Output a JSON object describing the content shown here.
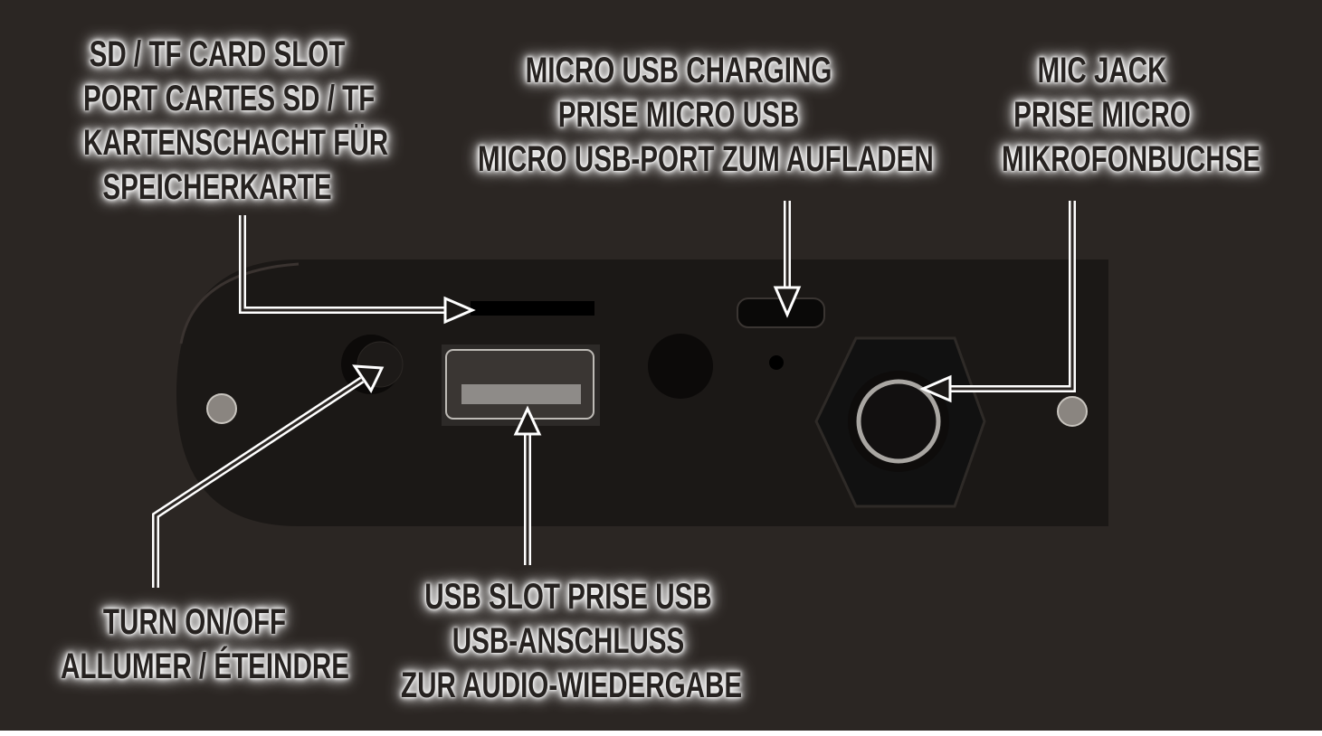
{
  "labels": {
    "sd_card": [
      "SD / TF CARD SLOT",
      "PORT CARTES SD / TF",
      "KARTENSCHACHT FÜR",
      "SPEICHERKARTE"
    ],
    "micro_usb": [
      "MICRO USB CHARGING",
      "PRISE MICRO USB",
      "MICRO USB-PORT ZUM AUFLADEN"
    ],
    "mic_jack": [
      "MIC JACK",
      "PRISE MICRO",
      "MIKROFONBUCHSE"
    ],
    "power": [
      "TURN ON/OFF",
      "ALLUMER / ÉTEINDRE"
    ],
    "usb": [
      "USB SLOT PRISE USB",
      "USB-ANSCHLUSS",
      "ZUR AUDIO-WIEDERGABE"
    ]
  },
  "colors": {
    "background": "#2b2623",
    "panel": "#1b1816",
    "text": "#262220",
    "glow": "#ffffff"
  }
}
